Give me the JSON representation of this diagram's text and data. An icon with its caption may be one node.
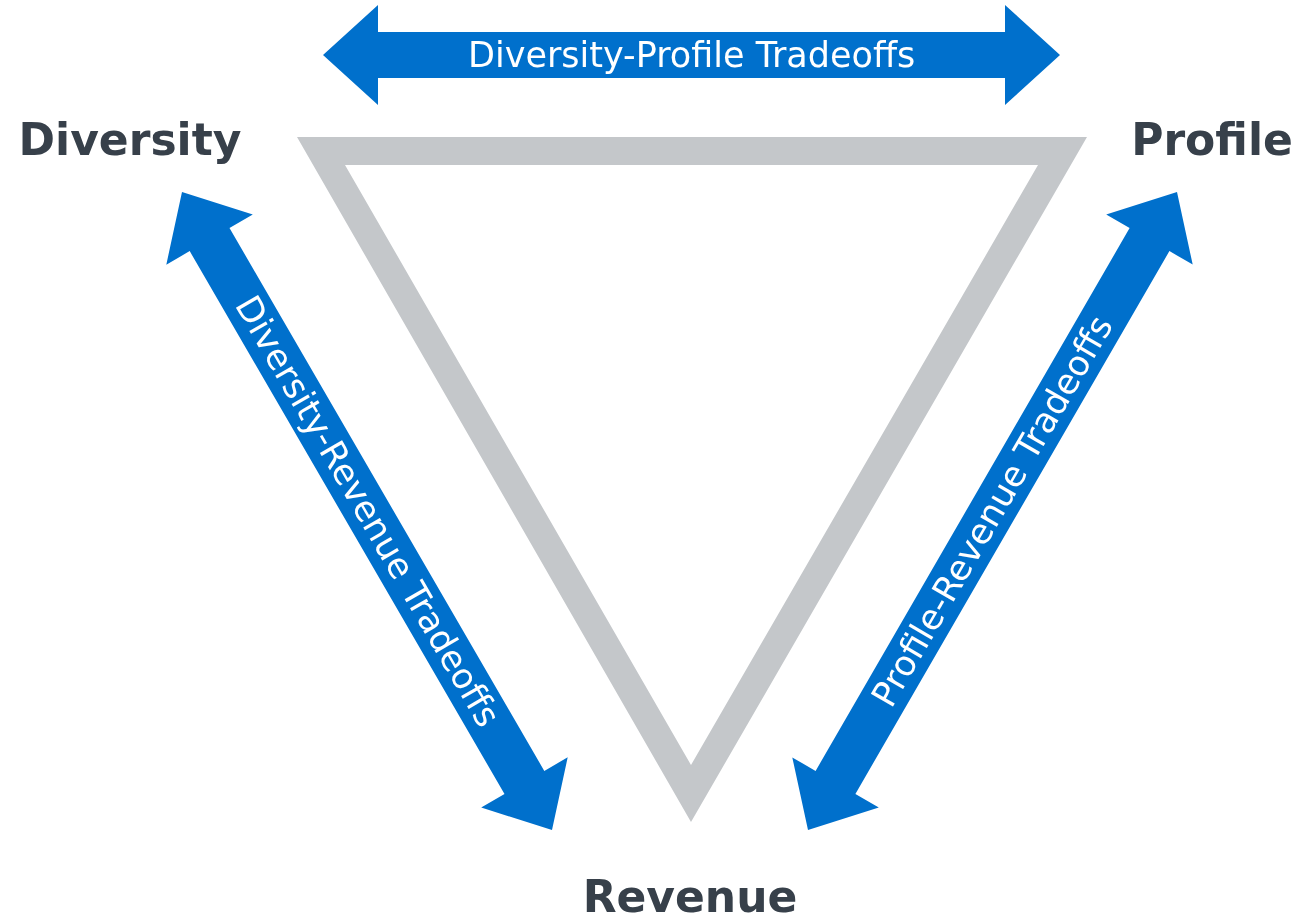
{
  "diagram": {
    "nodes": [
      {
        "text": [
          "Diversity"
        ]
      },
      {
        "text": [
          "Profile"
        ]
      },
      {
        "text": [
          "Revenue"
        ]
      }
    ],
    "edges": [
      {
        "from": 0,
        "to": 1,
        "arrow": "both",
        "label": "Diversity-Profile Tradeoffs"
      },
      {
        "from": 0,
        "to": 2,
        "arrow": "both",
        "label": "Diversity-Revenue Tradeoffs"
      },
      {
        "from": 1,
        "to": 2,
        "arrow": "both",
        "label": "Profile-Revenue Tradeoffs"
      }
    ]
  }
}
